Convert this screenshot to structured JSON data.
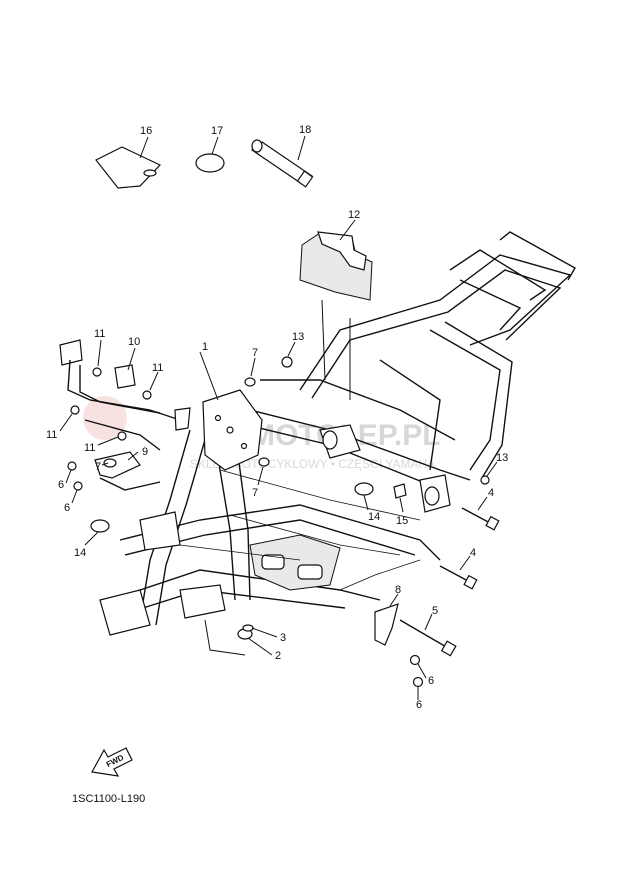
{
  "diagram": {
    "code": "1SC1100-L190",
    "fwd_label": "FWD",
    "watermark": {
      "brand": "MOTOLEP.PL",
      "tagline": "SKLEP MOTOCYKLOWY • CZĘŚCI YAMAHA"
    },
    "callouts": [
      {
        "id": "c1",
        "label": "1"
      },
      {
        "id": "c2",
        "label": "2"
      },
      {
        "id": "c3",
        "label": "3"
      },
      {
        "id": "c4a",
        "label": "4"
      },
      {
        "id": "c4b",
        "label": "4"
      },
      {
        "id": "c5",
        "label": "5"
      },
      {
        "id": "c6a",
        "label": "6"
      },
      {
        "id": "c6b",
        "label": "6"
      },
      {
        "id": "c6c",
        "label": "6"
      },
      {
        "id": "c6d",
        "label": "6"
      },
      {
        "id": "c7a",
        "label": "7"
      },
      {
        "id": "c7b",
        "label": "7"
      },
      {
        "id": "c7c",
        "label": "7"
      },
      {
        "id": "c8",
        "label": "8"
      },
      {
        "id": "c9",
        "label": "9"
      },
      {
        "id": "c10",
        "label": "10"
      },
      {
        "id": "c11a",
        "label": "11"
      },
      {
        "id": "c11b",
        "label": "11"
      },
      {
        "id": "c11c",
        "label": "11"
      },
      {
        "id": "c11d",
        "label": "11"
      },
      {
        "id": "c12",
        "label": "12"
      },
      {
        "id": "c13a",
        "label": "13"
      },
      {
        "id": "c13b",
        "label": "13"
      },
      {
        "id": "c14a",
        "label": "14"
      },
      {
        "id": "c14b",
        "label": "14"
      },
      {
        "id": "c15",
        "label": "15"
      },
      {
        "id": "c16",
        "label": "16"
      },
      {
        "id": "c17",
        "label": "17"
      },
      {
        "id": "c18",
        "label": "18"
      }
    ]
  }
}
